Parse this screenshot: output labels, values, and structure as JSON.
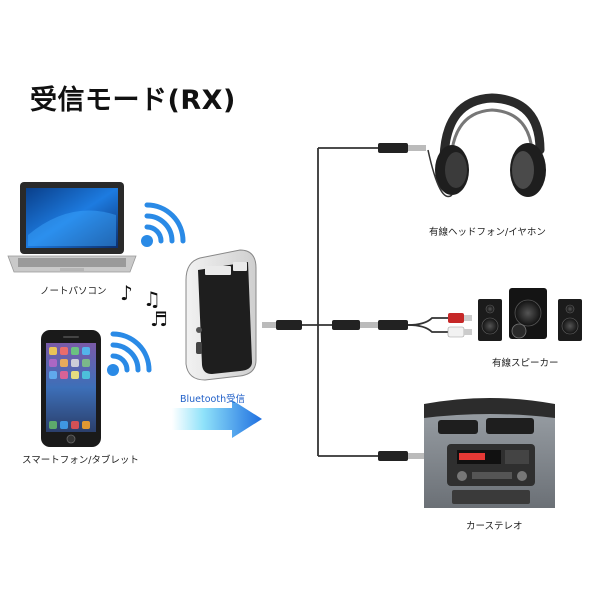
{
  "title": "受信モード(RX)",
  "labels": {
    "laptop": "ノートパソコン",
    "phone": "スマートフォン/タブレット",
    "bluetooth": "Bluetooth受信",
    "headphones": "有線ヘッドフォン/イヤホン",
    "speakers": "有線スピーカー",
    "car": "カーステレオ"
  },
  "icons": [
    "wifi-icon",
    "music-note-icon",
    "arrow-right-icon",
    "audio-jack-icon",
    "rca-plug-icon"
  ],
  "colors": {
    "bluetooth_blue": "#2a8ae6",
    "arrow_cyan": "#29c8f0",
    "cable": "#333333"
  }
}
